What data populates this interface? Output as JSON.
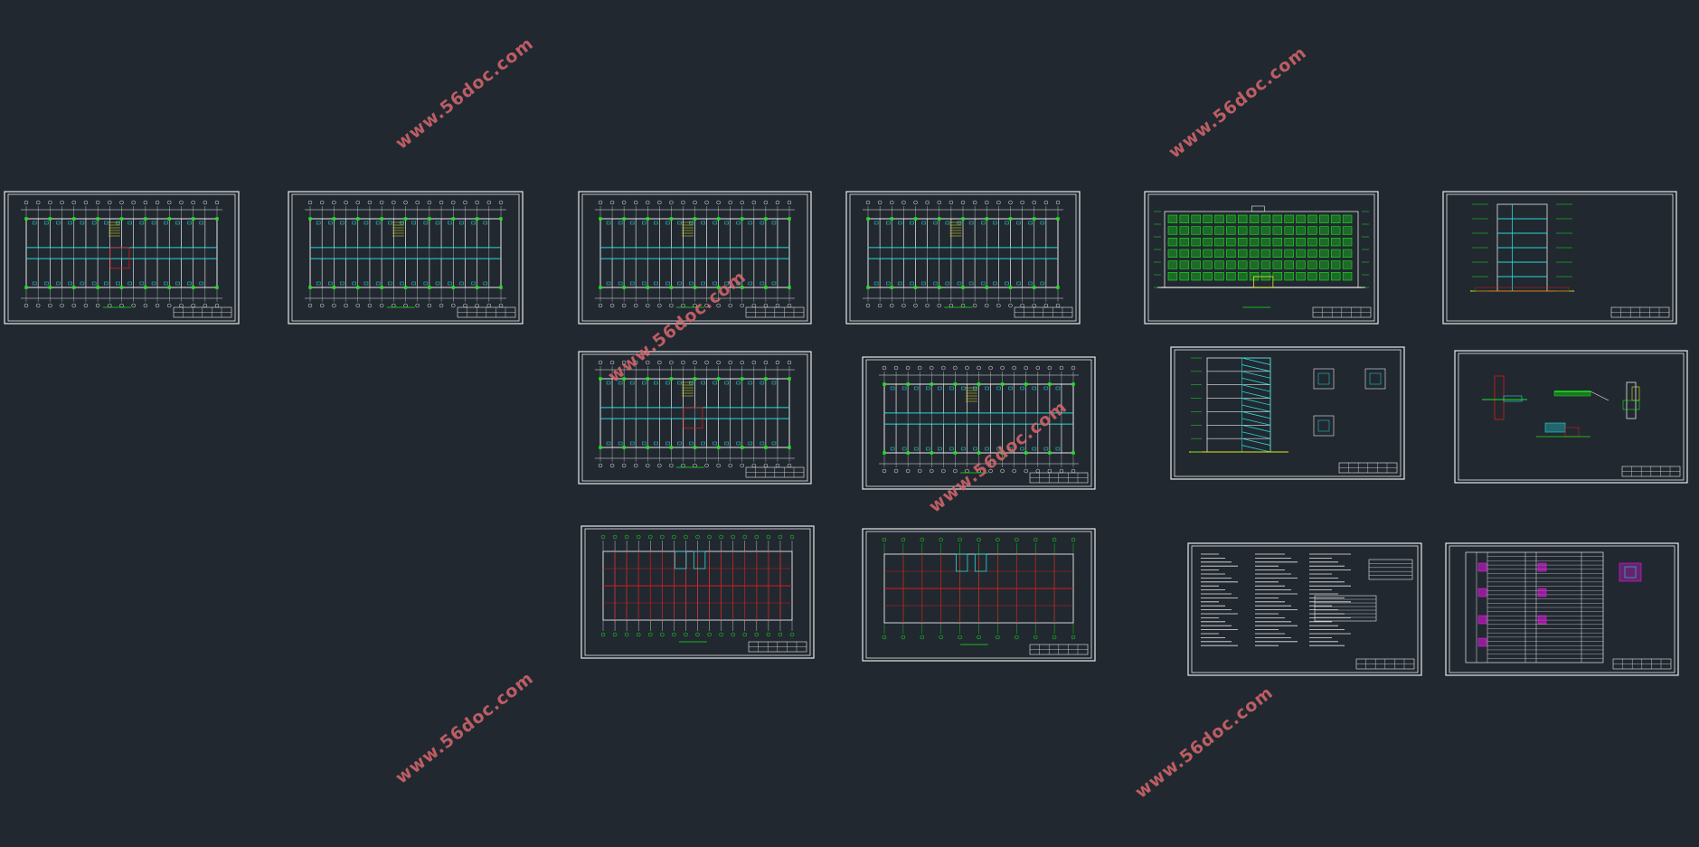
{
  "app": {
    "background": "#212830",
    "line_color": "#e8e8e8",
    "accent_green": "#19e619",
    "accent_cyan": "#26d9d9",
    "accent_red": "#d91a1a",
    "accent_yellow": "#e6e619",
    "accent_magenta": "#e619e6"
  },
  "watermark": {
    "text": "www.56doc.com",
    "color": "#d9676e"
  },
  "drawings": [
    {
      "id": "floor-plan-1",
      "kind": "plan"
    },
    {
      "id": "floor-plan-2",
      "kind": "plan"
    },
    {
      "id": "floor-plan-3",
      "kind": "plan"
    },
    {
      "id": "floor-plan-4",
      "kind": "plan"
    },
    {
      "id": "elevation-front",
      "kind": "elevation"
    },
    {
      "id": "section-side",
      "kind": "section"
    },
    {
      "id": "floor-plan-5",
      "kind": "plan"
    },
    {
      "id": "floor-plan-6",
      "kind": "plan"
    },
    {
      "id": "stair-section",
      "kind": "detail"
    },
    {
      "id": "node-details",
      "kind": "detail"
    },
    {
      "id": "roof-plan-1",
      "kind": "roof"
    },
    {
      "id": "roof-plan-2",
      "kind": "roof"
    },
    {
      "id": "design-notes",
      "kind": "notes"
    },
    {
      "id": "schedule-table",
      "kind": "table"
    }
  ]
}
